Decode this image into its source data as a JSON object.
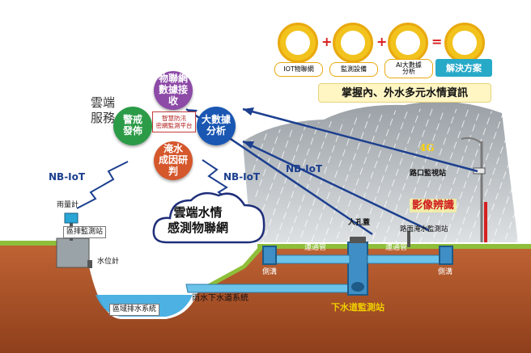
{
  "header": {
    "items": [
      {
        "label": "IOT物聯網",
        "icon": "iot-chip-icon"
      },
      {
        "label": "監測設備",
        "icon": "monitoring-device-icon"
      },
      {
        "label": "AI大數據\n分析",
        "icon": "ai-brain-icon"
      },
      {
        "label": "解決方案",
        "icon": "solution-document-icon"
      }
    ],
    "operators": [
      "+",
      "+",
      "="
    ],
    "banner": "掌握內、外水多元水情資訊"
  },
  "cloud_service": {
    "title": "雲端\n服務",
    "center": "智慧防汛\n密網監測平台",
    "nodes": [
      {
        "label": "物聯網\n數據接\n收",
        "color": "#8d4aa7"
      },
      {
        "label": "大數據\n分析",
        "color": "#1a57b3"
      },
      {
        "label": "淹水\n成因研\n判",
        "color": "#d5572c"
      },
      {
        "label": "警戒\n發佈",
        "color": "#2c9b48"
      }
    ]
  },
  "network": {
    "nbiot_left": "NB-IoT",
    "nbiot_mid": "NB-IoT",
    "nbiot_right": "NB-IoT",
    "signal_4g": "4G",
    "sensing_cloud": "雲端水情\n感測物聯網"
  },
  "field": {
    "rain_gauge": "雨量計",
    "district_station": "區排監測站",
    "water_level_gauge": "水位計",
    "regional_drainage": "區域排水系統",
    "storm_sewer": "雨水下水道系統",
    "manhole": "人孔蓋",
    "connecting_pipe_left": "連通管",
    "connecting_pipe_right": "連通管",
    "side_ditch_left": "側溝",
    "side_ditch_right": "側溝",
    "sewer_station": "下水道監測站",
    "intersection_camera": "路口監視站",
    "image_recognition": "影像辨識",
    "road_flood_station": "路面淹水監測站"
  },
  "colors": {
    "soil": "#b0582c",
    "grass": "#8fbf3a",
    "water": "#3aa9e0",
    "banner_bg": "#fff6c4",
    "nbiot_text": "#1c3f8f",
    "sewer_station": "#f0d000"
  }
}
